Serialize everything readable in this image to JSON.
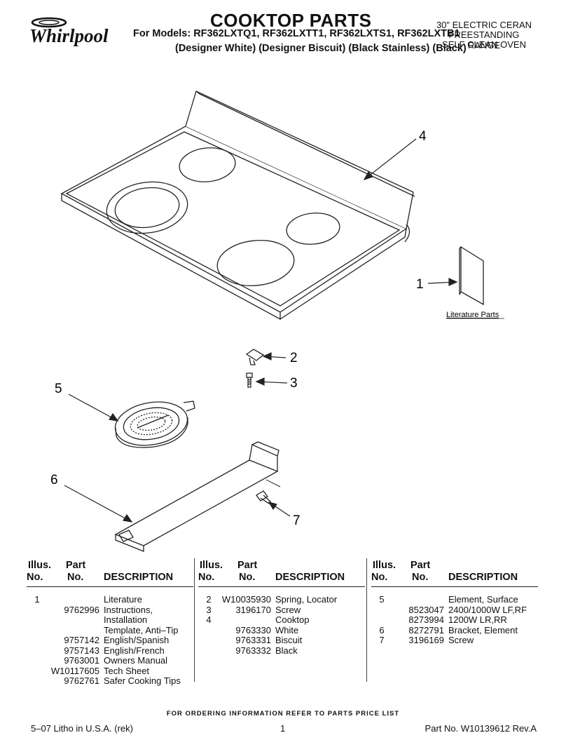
{
  "header": {
    "logo_text": "Whirlpool",
    "title": "COOKTOP PARTS",
    "models": "For Models: RF362LXTQ1, RF362LXTT1, RF362LXTS1, RF362LXTB1",
    "finishes": "(Designer White) (Designer Biscuit) (Black Stainless) (Black)",
    "product_lines": [
      "30\" ELECTRIC CERAN",
      "FREESTANDING RANGE",
      "SELF CLEAN OVEN"
    ]
  },
  "diagram": {
    "callouts": [
      "1",
      "2",
      "3",
      "4",
      "5",
      "6",
      "7"
    ],
    "literature_label": "Literature Parts"
  },
  "table": {
    "headers": {
      "illus": "Illus.",
      "no": "No.",
      "part": "Part",
      "part_no": "No.",
      "description": "DESCRIPTION"
    },
    "columns": [
      [
        {
          "no": "1",
          "part": "",
          "desc": "Literature"
        },
        {
          "no": "",
          "part": "9762996",
          "desc": "Instructions,"
        },
        {
          "no": "",
          "part": "",
          "desc": "Installation"
        },
        {
          "no": "",
          "part": "",
          "desc": "Template, Anti–Tip"
        },
        {
          "no": "",
          "part": "9757142",
          "desc": "English/Spanish"
        },
        {
          "no": "",
          "part": "9757143",
          "desc": "English/French"
        },
        {
          "no": "",
          "part": "9763001",
          "desc": "Owners Manual"
        },
        {
          "no": "",
          "part": "W10117605",
          "desc": "Tech Sheet"
        },
        {
          "no": "",
          "part": "9762761",
          "desc": "Safer Cooking Tips"
        }
      ],
      [
        {
          "no": "2",
          "part": "W10035930",
          "desc": "Spring, Locator"
        },
        {
          "no": "3",
          "part": "3196170",
          "desc": "Screw"
        },
        {
          "no": "4",
          "part": "",
          "desc": "Cooktop"
        },
        {
          "no": "",
          "part": "9763330",
          "desc": "White"
        },
        {
          "no": "",
          "part": "9763331",
          "desc": "Biscuit"
        },
        {
          "no": "",
          "part": "9763332",
          "desc": "Black"
        }
      ],
      [
        {
          "no": "5",
          "part": "",
          "desc": "Element, Surface"
        },
        {
          "no": "",
          "part": "8523047",
          "desc": "2400/1000W LF,RF"
        },
        {
          "no": "",
          "part": "8273994",
          "desc": "1200W LR,RR"
        },
        {
          "no": "6",
          "part": "8272791",
          "desc": "Bracket, Element"
        },
        {
          "no": "7",
          "part": "3196169",
          "desc": "Screw"
        }
      ]
    ]
  },
  "footer": {
    "order_note": "FOR ORDERING INFORMATION REFER TO PARTS PRICE LIST",
    "litho": "5–07 Litho in U.S.A. (rek)",
    "page": "1",
    "part_no": "Part No. W10139612 Rev.A"
  }
}
